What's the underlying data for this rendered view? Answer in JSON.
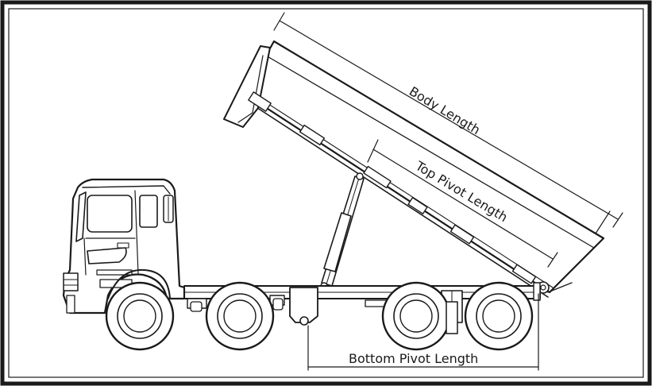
{
  "labels": {
    "body_length": "Body Length",
    "top_pivot_length": "Top Pivot Length",
    "bottom_pivot_length": "Bottom Pivot Length"
  },
  "colors": {
    "ink": "#1a1a1a",
    "background": "#ffffff"
  }
}
